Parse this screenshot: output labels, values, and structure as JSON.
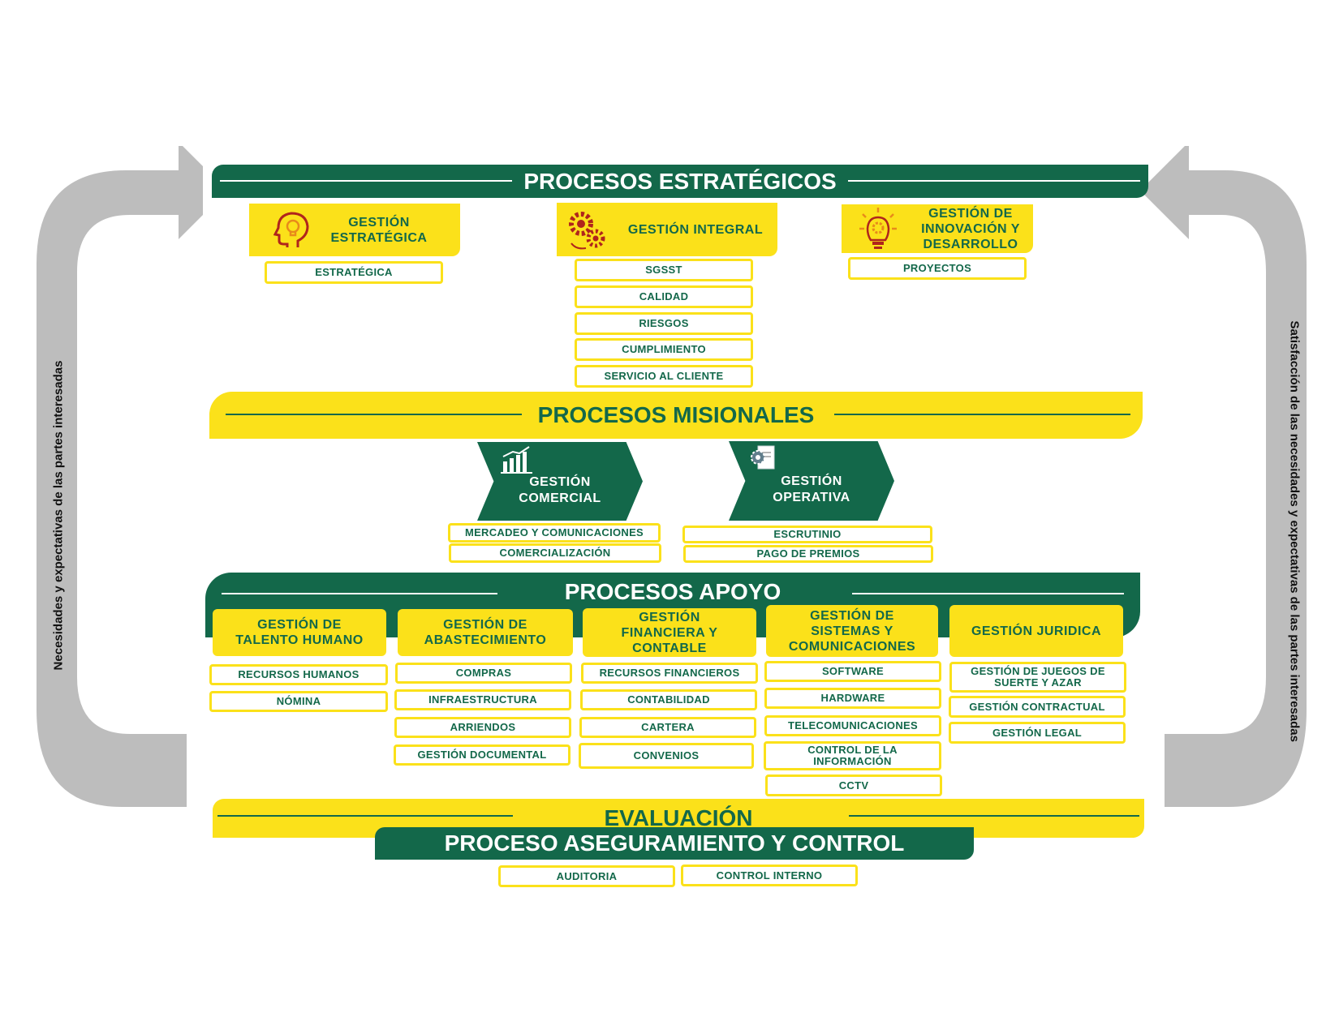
{
  "side": {
    "left_text": "Necesidades y expectativas de las partes interesadas",
    "right_text": "Satisfacción de las necesidades y expectativas de las partes interesadas"
  },
  "strategic": {
    "title": "PROCESOS ESTRATÉGICOS",
    "items": [
      {
        "label": "GESTIÓN\nESTRATÉGICA",
        "icon": "head-lightbulb-icon",
        "subs": [
          "ESTRATÉGICA"
        ]
      },
      {
        "label": "GESTIÓN INTEGRAL",
        "icon": "gears-icon",
        "subs": [
          "SGSST",
          "CALIDAD",
          "RIESGOS",
          "CUMPLIMIENTO",
          "SERVICIO AL CLIENTE"
        ]
      },
      {
        "label": "GESTIÓN DE\nINNOVACIÓN Y\nDESARROLLO",
        "icon": "lightbulb-gear-icon",
        "subs": [
          "PROYECTOS"
        ]
      }
    ]
  },
  "missional": {
    "title": "PROCESOS MISIONALES",
    "items": [
      {
        "label": "GESTIÓN\nCOMERCIAL",
        "icon": "bar-chart-icon",
        "subs": [
          "MERCADEO Y COMUNICACIONES",
          "COMERCIALIZACIÓN"
        ]
      },
      {
        "label": "GESTIÓN\nOPERATIVA",
        "icon": "gear-document-icon",
        "subs": [
          "ESCRUTINIO",
          "PAGO DE PREMIOS"
        ]
      }
    ]
  },
  "support": {
    "title": "PROCESOS APOYO",
    "items": [
      {
        "label": "GESTIÓN DE\nTALENTO HUMANO",
        "subs": [
          "RECURSOS HUMANOS",
          "NÓMINA"
        ]
      },
      {
        "label": "GESTIÓN DE\nABASTECIMIENTO",
        "subs": [
          "COMPRAS",
          "INFRAESTRUCTURA",
          "ARRIENDOS",
          "GESTIÓN DOCUMENTAL"
        ]
      },
      {
        "label": "GESTIÓN\nFINANCIERA Y\nCONTABLE",
        "subs": [
          "RECURSOS FINANCIEROS",
          "CONTABILIDAD",
          "CARTERA",
          "CONVENIOS"
        ]
      },
      {
        "label": "GESTIÓN DE\nSISTEMAS Y\nCOMUNICACIONES",
        "subs": [
          "SOFTWARE",
          "HARDWARE",
          "TELECOMUNICACIONES",
          "CONTROL DE LA\nINFORMACIÓN",
          "CCTV"
        ]
      },
      {
        "label": "GESTIÓN JURIDICA",
        "subs": [
          "GESTIÓN DE JUEGOS DE\nSUERTE Y AZAR",
          "GESTIÓN CONTRACTUAL",
          "GESTIÓN LEGAL"
        ]
      }
    ]
  },
  "evaluation": {
    "title": "EVALUACIÓN",
    "subtitle": "PROCESO ASEGURAMIENTO Y CONTROL",
    "subs": [
      "AUDITORIA",
      "CONTROL INTERNO"
    ]
  },
  "colors": {
    "green": "#13684a",
    "yellow": "#fbe11a",
    "gray": "#bdbdbd",
    "icon_red": "#b0251c",
    "icon_orange": "#e88a1a"
  }
}
